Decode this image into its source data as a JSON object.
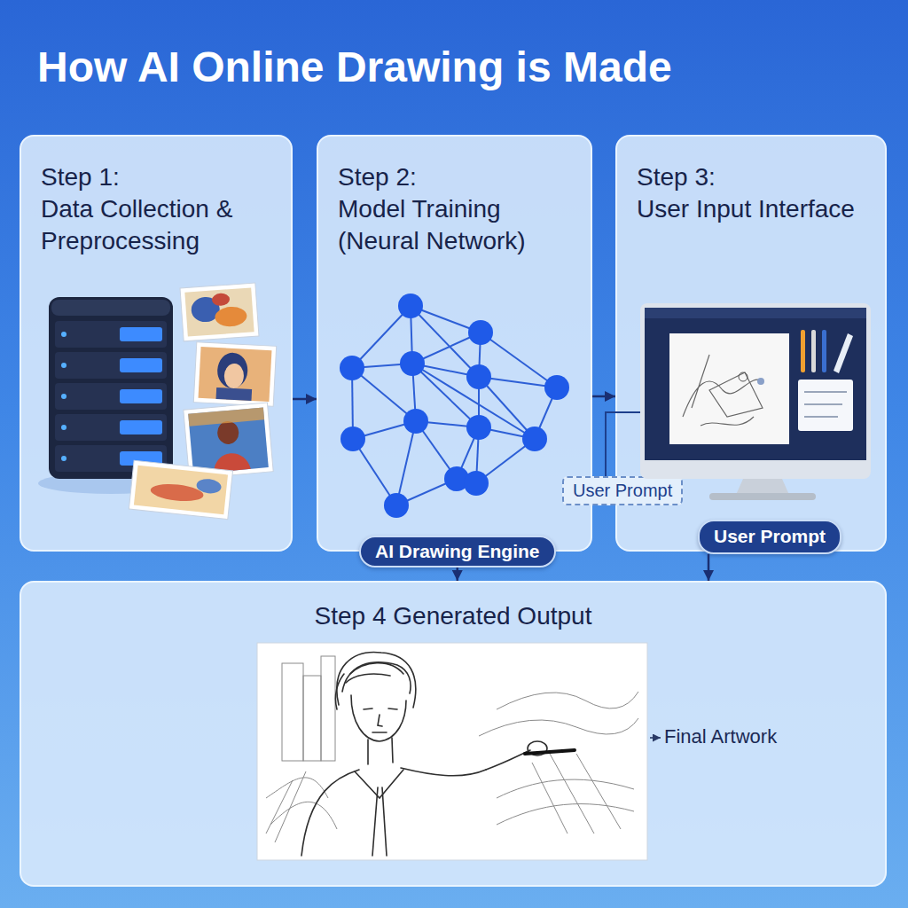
{
  "diagram": {
    "title": "How AI Online Drawing is Made",
    "nodes": [
      {
        "text": [
          "Step 1:",
          "Data Collection & Preprocessing"
        ]
      },
      {
        "text": [
          "Step 2:",
          "Model Training (Neural Network)"
        ]
      },
      {
        "text": [
          "Step 3:",
          "User Input Interface"
        ]
      },
      {
        "text": [
          "User Prompt"
        ]
      },
      {
        "text": [
          "User Prompt"
        ],
        "in": 2
      },
      {
        "text": [
          "AI Drawing Engine"
        ]
      },
      {
        "text": [
          "Step 4 Generated Output"
        ]
      }
    ],
    "edges": [
      {
        "from": 0,
        "to": 1,
        "arrow": "to"
      },
      {
        "from": 1,
        "to": 2,
        "arrow": "to"
      },
      {
        "from": 5,
        "to": 6,
        "arrow": "to"
      },
      {
        "from": 4,
        "to": 6,
        "arrow": "to"
      }
    ],
    "labels": [
      "Final Artwork"
    ]
  }
}
